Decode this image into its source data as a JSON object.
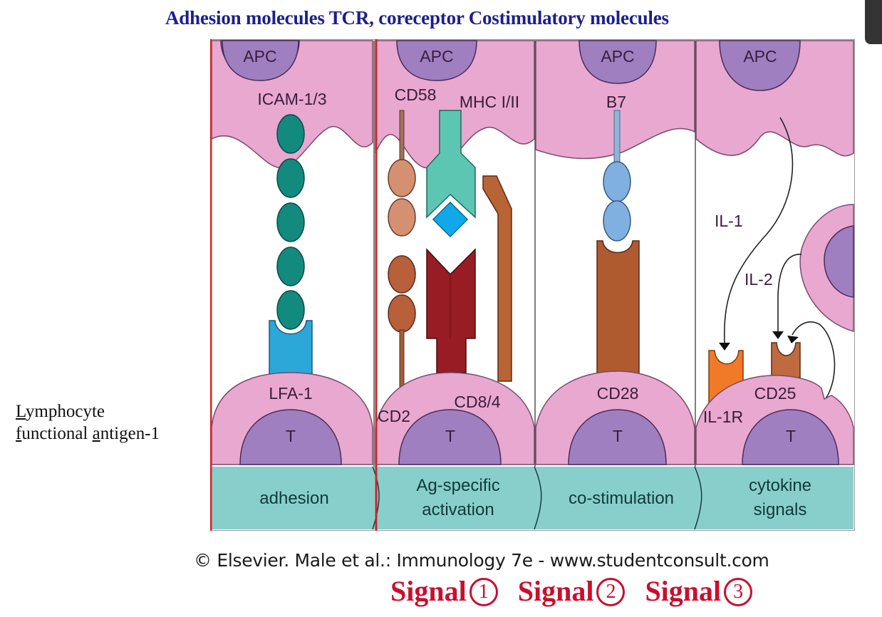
{
  "header": {
    "title": "Adhesion molecules  TCR, coreceptor Costimulatory molecules"
  },
  "side_annotation": {
    "line1_initial": "L",
    "line1_rest": "ymphocyte",
    "line2_initial_f": "f",
    "line2_mid": "unctional ",
    "line2_initial_a": "a",
    "line2_rest": "ntigen-1"
  },
  "colors": {
    "apc_membrane": "#e8a8d0",
    "nucleus": "#a07fc0",
    "band": "#88cfcb",
    "highlight_box": "#d0262a",
    "title_blue": "#1c1f8c",
    "signal_red": "#c8102e"
  },
  "panels": [
    {
      "apc_label": "APC",
      "t_label": "T",
      "top_molecules": [
        "ICAM-1/3"
      ],
      "bottom_molecules": [
        "LFA-1"
      ],
      "band_label_lines": [
        "adhesion"
      ],
      "highlighted": true
    },
    {
      "apc_label": "APC",
      "t_label": "T",
      "top_molecules": [
        "CD58",
        "MHC I/II"
      ],
      "bottom_molecules": [
        "CD2",
        "CD8/4"
      ],
      "band_label_lines": [
        "Ag-specific",
        "activation"
      ],
      "highlighted": false
    },
    {
      "apc_label": "APC",
      "t_label": "T",
      "top_molecules": [
        "B7"
      ],
      "bottom_molecules": [
        "CD28"
      ],
      "band_label_lines": [
        "co-stimulation"
      ],
      "highlighted": false
    },
    {
      "apc_label": "APC",
      "t_label": "T",
      "top_molecules": [],
      "cytokines": [
        "IL-1",
        "IL-2"
      ],
      "bottom_molecules": [
        "CD25",
        "IL-1R"
      ],
      "band_label_lines": [
        "cytokine",
        "signals"
      ],
      "highlighted": false
    }
  ],
  "footer": {
    "credit": "© Elsevier. Male et al.: Immunology 7e - www.studentconsult.com",
    "signals": [
      {
        "word": "Signal",
        "number": "1"
      },
      {
        "word": "Signal",
        "number": "2"
      },
      {
        "word": "Signal",
        "number": "3"
      }
    ]
  }
}
